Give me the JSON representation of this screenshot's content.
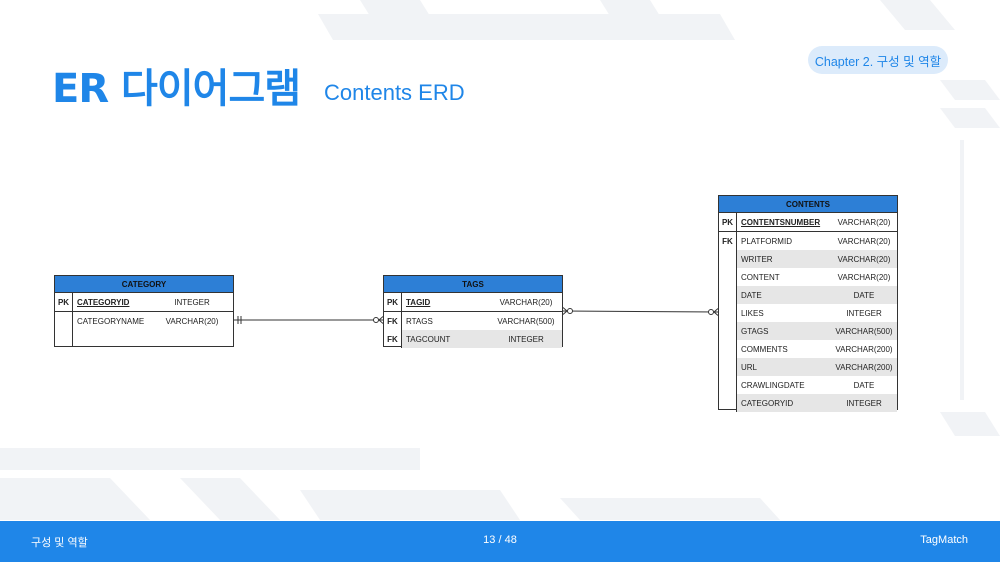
{
  "slide": {
    "title": "ER 다이어그램",
    "subtitle": "Contents ERD",
    "chapter_badge": "Chapter 2. 구성 및 역할"
  },
  "tables": {
    "category": {
      "name": "CATEGORY",
      "pk": {
        "key": "PK",
        "name": "CATEGORYID",
        "type": "INTEGER"
      },
      "rows": [
        {
          "key": "",
          "name": "CATEGORYNAME",
          "type": "VARCHAR(20)"
        }
      ]
    },
    "tags": {
      "name": "TAGS",
      "pk": {
        "key": "PK",
        "name": "TAGID",
        "type": "VARCHAR(20)"
      },
      "rows": [
        {
          "key": "FK",
          "name": "RTAGS",
          "type": "VARCHAR(500)"
        },
        {
          "key": "FK",
          "name": "TAGCOUNT",
          "type": "INTEGER"
        }
      ]
    },
    "contents": {
      "name": "CONTENTS",
      "pk": {
        "key": "PK",
        "name": "CONTENTSNUMBER",
        "type": "VARCHAR(20)"
      },
      "rows": [
        {
          "key": "FK",
          "name": "PLATFORMID",
          "type": "VARCHAR(20)"
        },
        {
          "key": "",
          "name": "WRITER",
          "type": "VARCHAR(20)"
        },
        {
          "key": "",
          "name": "CONTENT",
          "type": "VARCHAR(20)"
        },
        {
          "key": "",
          "name": "DATE",
          "type": "DATE"
        },
        {
          "key": "",
          "name": "LIKES",
          "type": "INTEGER"
        },
        {
          "key": "",
          "name": "GTAGS",
          "type": "VARCHAR(500)"
        },
        {
          "key": "",
          "name": "COMMENTS",
          "type": "VARCHAR(200)"
        },
        {
          "key": "",
          "name": "URL",
          "type": "VARCHAR(200)"
        },
        {
          "key": "",
          "name": "CRAWLINGDATE",
          "type": "DATE"
        },
        {
          "key": "",
          "name": "CATEGORYID",
          "type": "INTEGER"
        }
      ]
    }
  },
  "footer": {
    "section": "구성 및 역할",
    "page": "13 / 48",
    "brand": "TagMatch"
  },
  "colors": {
    "accent": "#1f86e8",
    "table_header": "#2d7fd6",
    "badge_bg": "#dcebfb"
  }
}
